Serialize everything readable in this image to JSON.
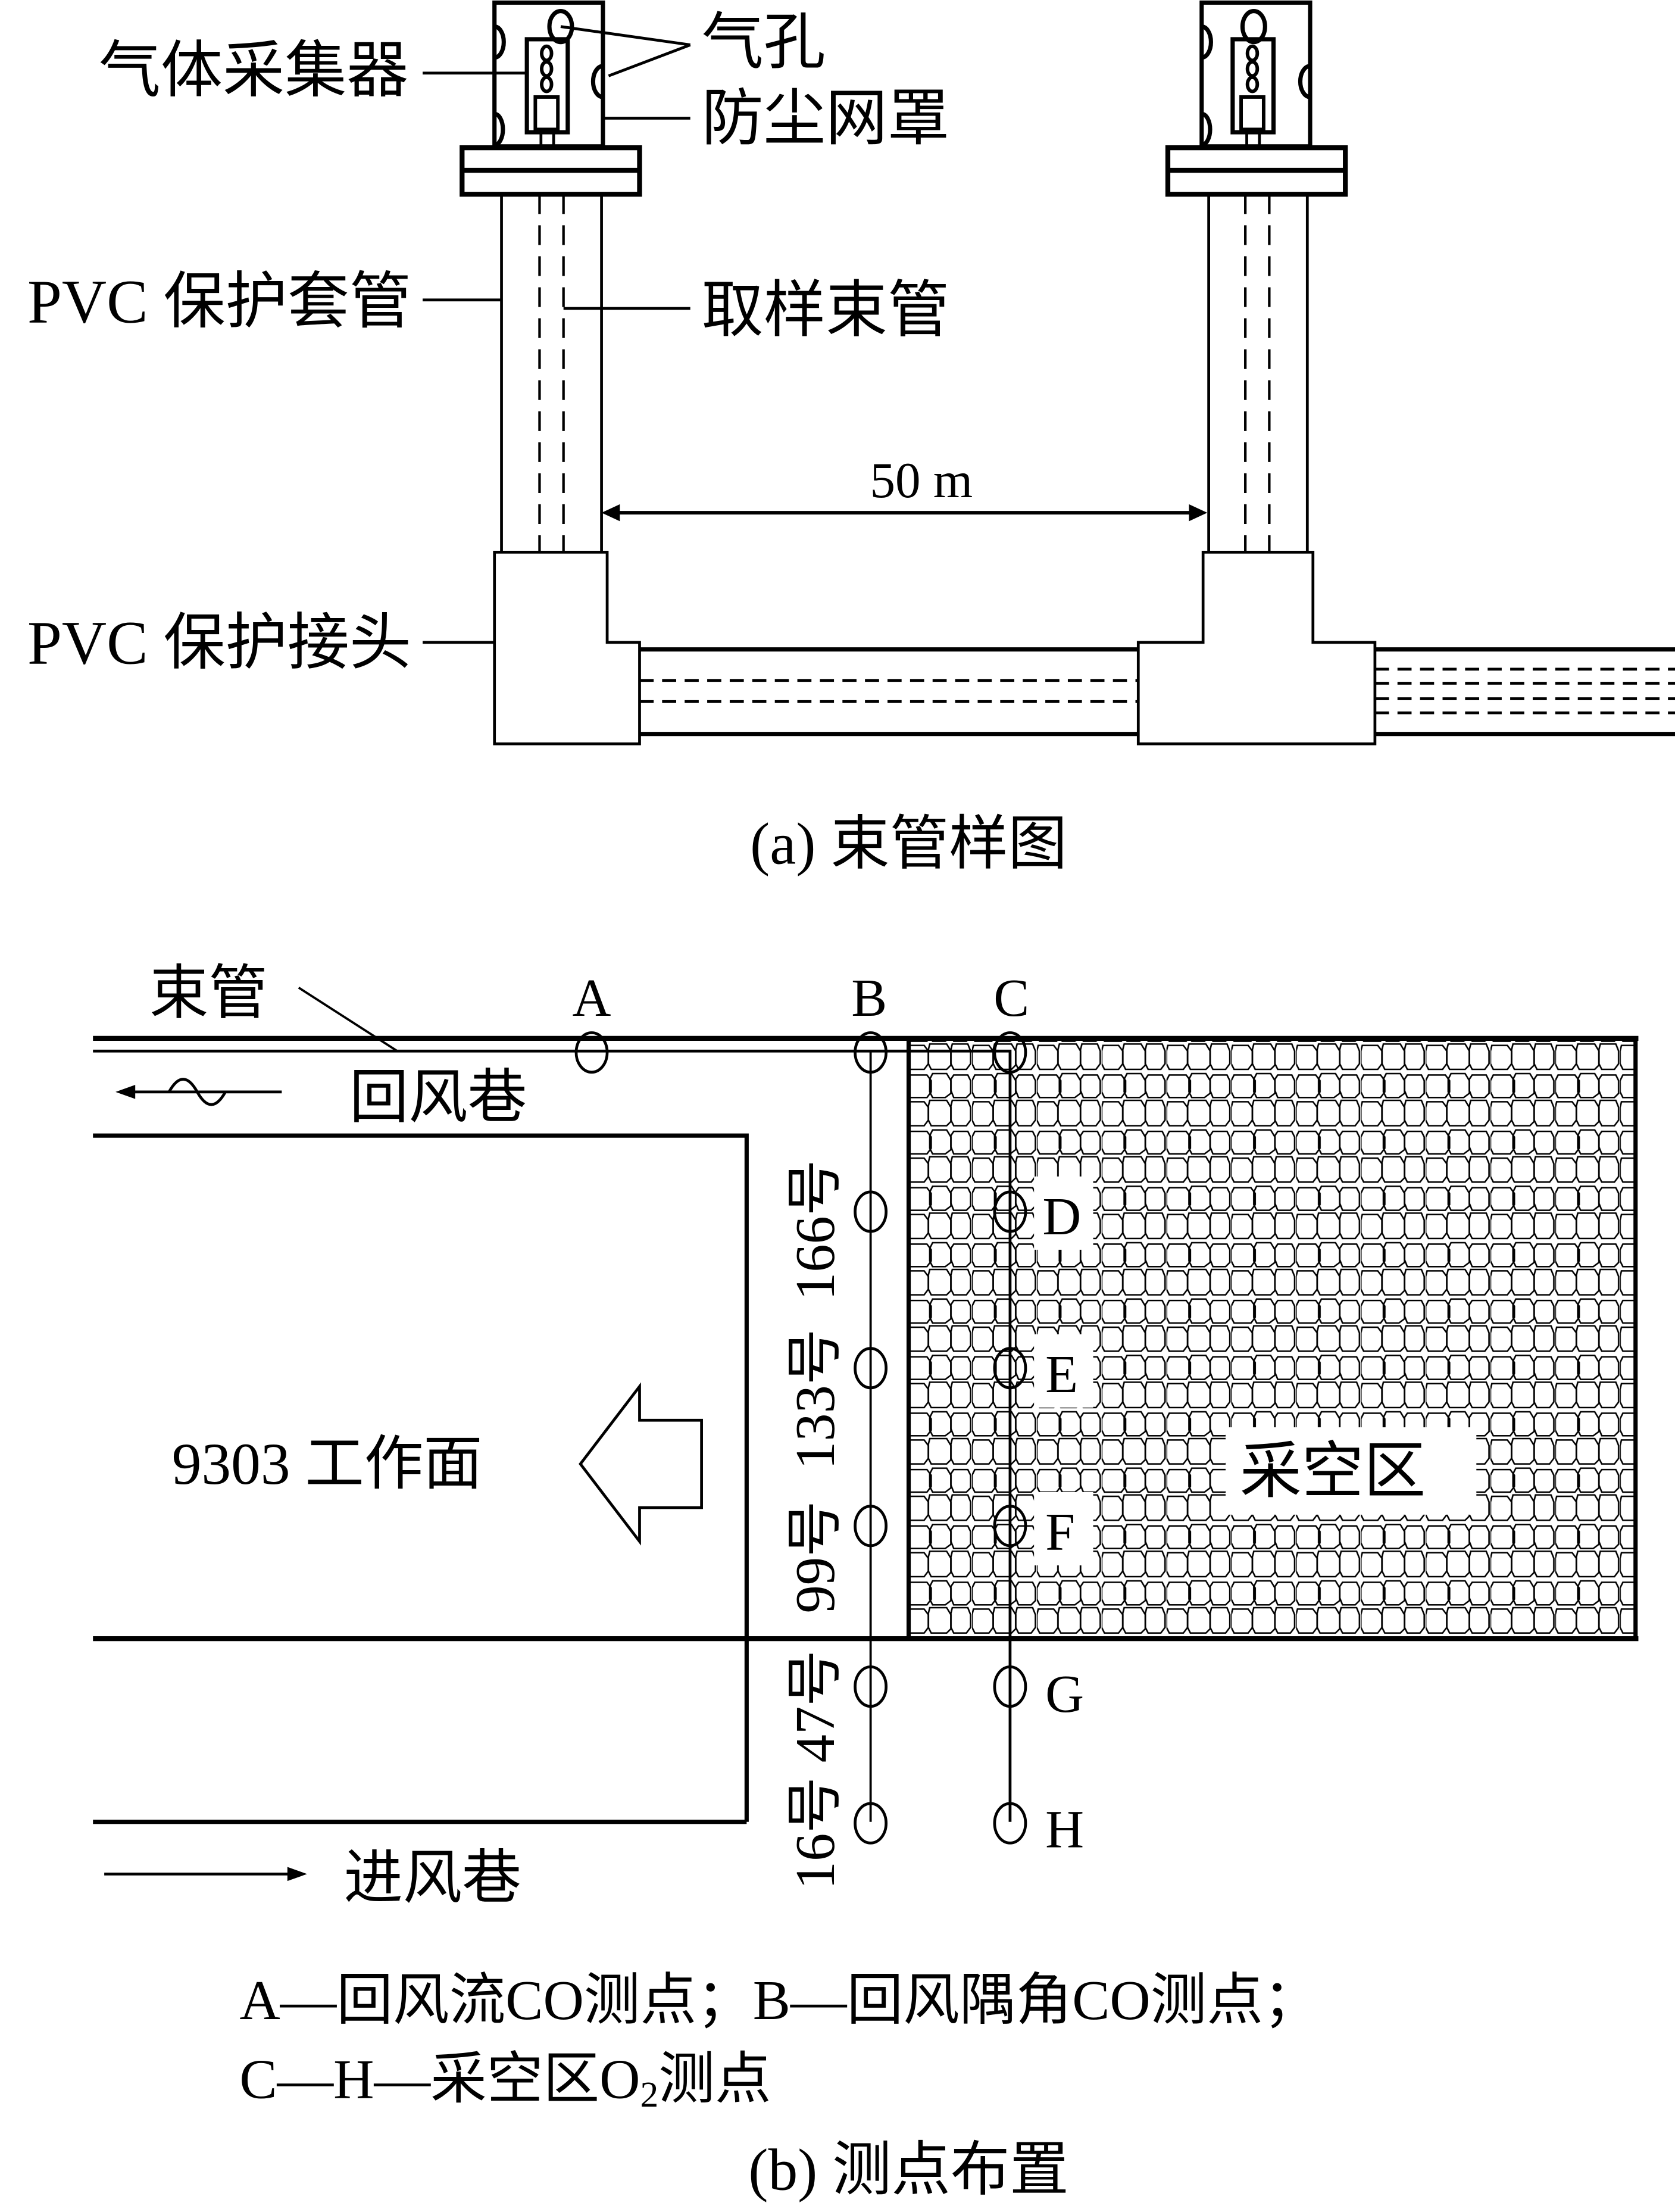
{
  "figure_a": {
    "labels": {
      "gas_collector": "气体采集器",
      "air_hole": "气孔",
      "dust_cover": "防尘网罩",
      "pvc_sleeve": "PVC 保护套管",
      "sampling_tube": "取样束管",
      "pvc_joint": "PVC 保护接头",
      "distance": "50 m"
    },
    "caption": "(a)  束管样图"
  },
  "figure_b": {
    "labels": {
      "bundle_tube": "束管",
      "return_airway": "回风巷",
      "intake_airway": "进风巷",
      "working_face": "9303 工作面",
      "goaf": "采空区",
      "support_numbers": [
        "16号",
        "47号",
        "99号",
        "133号",
        "166号"
      ]
    },
    "points": {
      "A": "A",
      "B": "B",
      "C": "C",
      "D": "D",
      "E": "E",
      "F": "F",
      "G": "G",
      "H": "H"
    },
    "legend": {
      "line1": "A—回风流CO测点；B—回风隅角CO测点；",
      "line2_prefix": "C—H—采空区O",
      "line2_sub": "2",
      "line2_suffix": "测点"
    },
    "caption": "(b)  测点布置"
  }
}
